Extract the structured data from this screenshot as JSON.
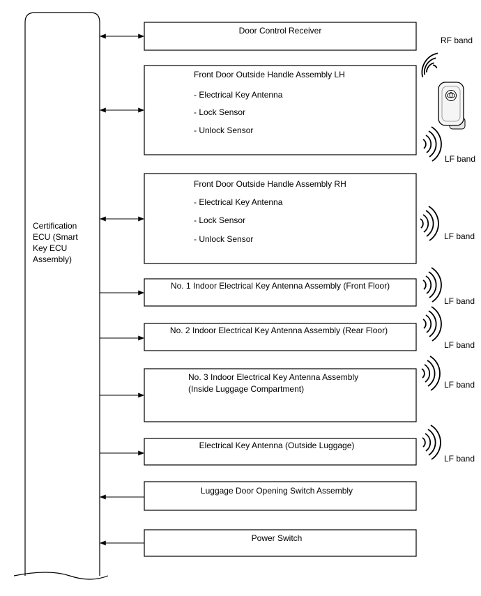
{
  "ecu": {
    "lines": [
      "Certification",
      "ECU (Smart",
      "Key ECU",
      "Assembly)"
    ]
  },
  "components": [
    {
      "id": "door-control-receiver",
      "title": "Door Control Receiver",
      "items": [],
      "connection": "bidirectional"
    },
    {
      "id": "front-door-handle-lh",
      "title": "Front Door Outside Handle Assembly LH",
      "items": [
        "- Electrical Key Antenna",
        "- Lock Sensor",
        "- Unlock Sensor"
      ],
      "connection": "bidirectional"
    },
    {
      "id": "front-door-handle-rh",
      "title": "Front Door Outside Handle Assembly RH",
      "items": [
        "- Electrical Key Antenna",
        "- Lock Sensor",
        "- Unlock Sensor"
      ],
      "connection": "bidirectional"
    },
    {
      "id": "indoor-antenna-1",
      "title": "No. 1 Indoor Electrical Key Antenna Assembly (Front Floor)",
      "items": [],
      "connection": "to-component"
    },
    {
      "id": "indoor-antenna-2",
      "title": "No. 2 Indoor Electrical Key Antenna Assembly (Rear Floor)",
      "items": [],
      "connection": "to-component"
    },
    {
      "id": "indoor-antenna-3",
      "title": "No. 3 Indoor Electrical Key Antenna Assembly",
      "subtitle": "(Inside Luggage Compartment)",
      "items": [],
      "connection": "to-component"
    },
    {
      "id": "outside-luggage-antenna",
      "title": "Electrical Key Antenna (Outside Luggage)",
      "items": [],
      "connection": "to-component"
    },
    {
      "id": "luggage-door-switch",
      "title": "Luggage Door Opening Switch Assembly",
      "items": [],
      "connection": "to-ecu"
    },
    {
      "id": "power-switch",
      "title": "Power Switch",
      "items": [],
      "connection": "to-ecu"
    }
  ],
  "signals": {
    "rf_band": "RF band",
    "lf_band": "LF band"
  },
  "key_fob": {
    "icon": "smart-key-fob-icon"
  }
}
